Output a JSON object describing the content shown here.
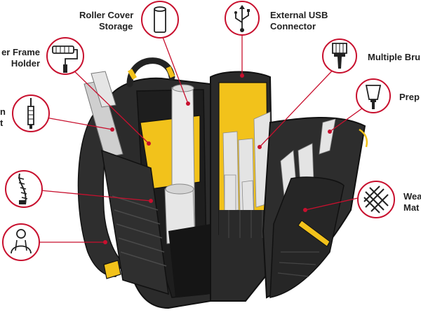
{
  "theme": {
    "accent": "#c8102e",
    "bag_dark": "#2b2b2b",
    "bag_mid": "#3a3a3a",
    "yellow": "#f2c21b",
    "bristle": "#e4e4e4"
  },
  "callouts": [
    {
      "id": "roller-cover-storage",
      "line1": "Roller Cover",
      "line2": "Storage",
      "icon": "roller-cover-icon"
    },
    {
      "id": "external-usb-connector",
      "line1": "External USB",
      "line2": "Connector",
      "icon": "usb-icon"
    },
    {
      "id": "roller-frame-holder",
      "line1": "er Frame",
      "line2": "Holder",
      "icon": "paint-roller-icon"
    },
    {
      "id": "multiple-brush",
      "line1": "Multiple Bru",
      "line2": "",
      "icon": "paint-brush-icon"
    },
    {
      "id": "prep",
      "line1": "Prep",
      "line2": "",
      "icon": "putty-knife-icon"
    },
    {
      "id": "left-item",
      "line1": "n",
      "line2": "t",
      "icon": "screwdriver-icon"
    },
    {
      "id": "wear-material",
      "line1": "Wea",
      "line2": "Mat",
      "icon": "woven-material-icon"
    },
    {
      "id": "zipper",
      "line1": "",
      "line2": "",
      "icon": "zipper-icon"
    },
    {
      "id": "wearer",
      "line1": "",
      "line2": "",
      "icon": "backpack-wearer-icon"
    }
  ]
}
